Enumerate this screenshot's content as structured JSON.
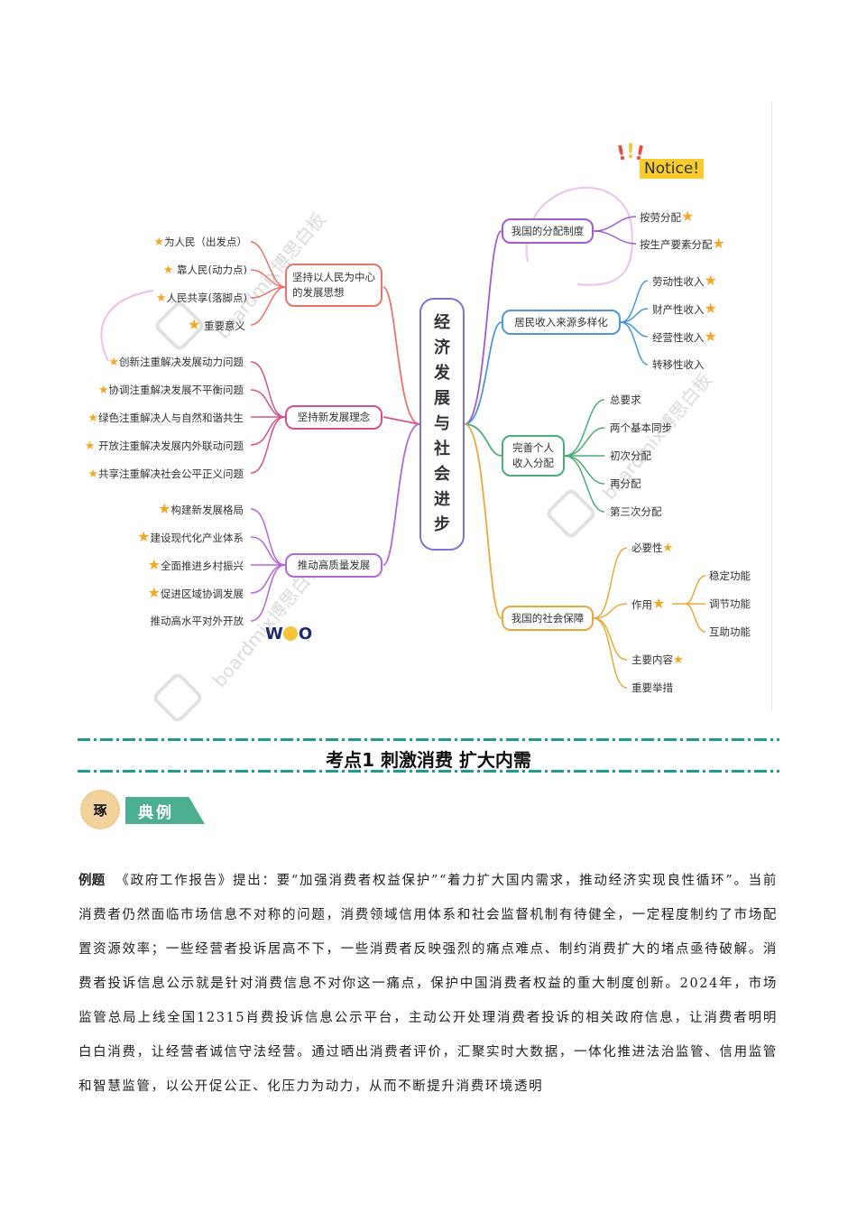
{
  "mindmap": {
    "center": [
      "经",
      "济",
      "发",
      "展",
      "与",
      "社",
      "会",
      "进",
      "步"
    ],
    "notice": "Notice!",
    "watermark": "boardmix博思白板",
    "logo": "WOO",
    "left_branches": [
      {
        "label": "坚持以人民为中心的发展思想",
        "color": "#e8746a",
        "children": [
          "为人民（出发点）",
          "靠人民(动力点)",
          "人民共享(落脚点)",
          "重要意义"
        ]
      },
      {
        "label": "坚持新发展理念",
        "color": "#d6518a",
        "children": [
          "创新注重解决发展动力问题",
          "协调注重解决发展不平衡问题",
          "绿色注重解决人与自然和谐共生",
          "开放注重解决发展内外联动问题",
          "共享注重解决社会公平正义问题"
        ]
      },
      {
        "label": "推动高质量发展",
        "color": "#b566d9",
        "children": [
          "构建新发展格局",
          "建设现代化产业体系",
          "全面推进乡村振兴",
          "促进区域协调发展",
          "推动高水平对外开放"
        ]
      }
    ],
    "right_branches": [
      {
        "label": "我国的分配制度",
        "color": "#a35ad1",
        "children": [
          "按劳分配",
          "按生产要素分配"
        ]
      },
      {
        "label": "居民收入来源多样化",
        "color": "#4a98d9",
        "children": [
          "劳动性收入",
          "财产性收入",
          "经营性收入",
          "转移性收入"
        ]
      },
      {
        "label": "完善个人收入分配",
        "color": "#4aad78",
        "children": [
          "总要求",
          "两个基本同步",
          "初次分配",
          "再分配",
          "第三次分配"
        ]
      },
      {
        "label": "我国的社会保障",
        "color": "#e9a93a",
        "children": [
          "必要性",
          "作用",
          "主要内容",
          "重要举措"
        ],
        "sub": [
          "稳定功能",
          "调节功能",
          "互助功能"
        ]
      }
    ]
  },
  "section": {
    "title": "考点1  刺激消费 扩大内需",
    "badge_circle": "琢",
    "badge_tag": "典例"
  },
  "example": {
    "label": "例题",
    "text": "《政府工作报告》提出：要“加强消费者权益保护”“着力扩大国内需求，推动经济实现良性循环”。当前消费者仍然面临市场信息不对称的问题，消费领域信用体系和社会监督机制有待健全，一定程度制约了市场配置资源效率；一些经营者投诉居高不下，一些消费者反映强烈的痛点难点、制约消费扩大的堵点亟待破解。消费者投诉信息公示就是针对消费信息不对你这一痛点，保护中国消费者权益的重大制度创新。2024年，市场监管总局上线全国12315肖费投诉信息公示平台，主动公开处理消费者投诉的相关政府信息，让消费者明明白白消费，让经营者诚信守法经营。通过晒出消费者评价，汇聚实时大数据，一体化推进法治监管、信用监管和智慧监管，以公开促公正、化压力为动力，从而不断提升消费环境透明"
  }
}
